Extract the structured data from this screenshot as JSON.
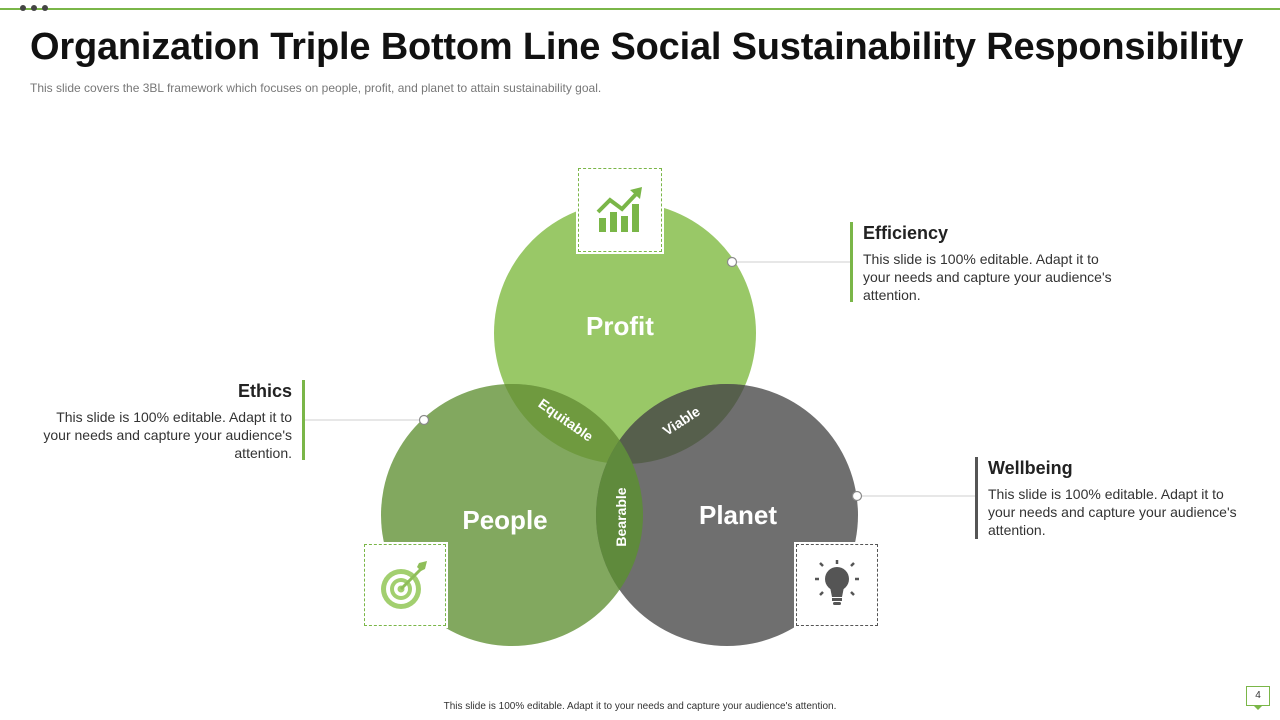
{
  "slide": {
    "title": "Organization Triple Bottom Line Social Sustainability Responsibility",
    "subtitle": "This slide covers the 3BL framework which focuses on people, profit, and planet to attain sustainability goal.",
    "footer": "This slide is 100% editable. Adapt it to your needs and capture your audience's attention.",
    "page_number": "4"
  },
  "colors": {
    "accent": "#7ab648",
    "profit": "#99c867",
    "people": "#7ea55a",
    "planet": "#6a6a6a"
  },
  "venn": {
    "circles": {
      "profit": "Profit",
      "people": "People",
      "planet": "Planet"
    },
    "overlaps": {
      "profit_people": "Equitable",
      "profit_planet": "Viable",
      "people_planet": "Bearable"
    }
  },
  "icons": {
    "profit": "growth-chart-icon",
    "people": "target-icon",
    "planet": "lightbulb-icon"
  },
  "callouts": {
    "efficiency": {
      "heading": "Efficiency",
      "body": "This slide is 100% editable. Adapt it to your needs and capture your audience's attention."
    },
    "ethics": {
      "heading": "Ethics",
      "body": "This slide is 100% editable. Adapt it to your needs and capture your audience's attention."
    },
    "wellbeing": {
      "heading": "Wellbeing",
      "body": "This slide is 100% editable. Adapt it to your needs and capture your audience's attention."
    }
  }
}
